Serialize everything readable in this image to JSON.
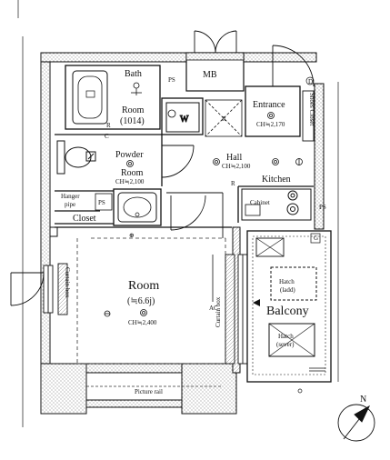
{
  "rooms": {
    "bath": {
      "name": "Bath",
      "name2": "Room",
      "size": "(1014)"
    },
    "powder": {
      "name": "Powder",
      "name2": "Room",
      "ch": "CH≒2,100"
    },
    "entrance": {
      "name": "Entrance",
      "ch": "CH≒2,170"
    },
    "hall": {
      "name": "Hall",
      "ch": "CH≒2,100"
    },
    "kitchen": {
      "name": "Kitchen",
      "cabinet": "Cabinet"
    },
    "room": {
      "name": "Room",
      "area": "(≒6.6j)",
      "ch": "CH≒2,400"
    },
    "balcony": {
      "name": "Balcony"
    }
  },
  "labels": {
    "mb": "MB",
    "ps_top": "PS",
    "ps_mid": "PS",
    "ps_right": "PS",
    "w": "W",
    "r": "R",
    "c": "C",
    "d": "D",
    "g": "G",
    "ac": "AC",
    "shoes_closet": "Shoes Closet",
    "hanger_pipe_1": "Hanger",
    "hanger_pipe_2": "pipe",
    "closet": "Closet",
    "curtain_box_left": "Curtain box",
    "curtain_box_right": "Curtain box",
    "picture_rail": "Picture rail",
    "hatch_ladd": "Hatch",
    "hatch_ladd_sub": "(ladd)",
    "hatch_sever": "Hatch",
    "hatch_sever_sub": "(sever)",
    "compass": "N",
    "basin": "Basin"
  }
}
